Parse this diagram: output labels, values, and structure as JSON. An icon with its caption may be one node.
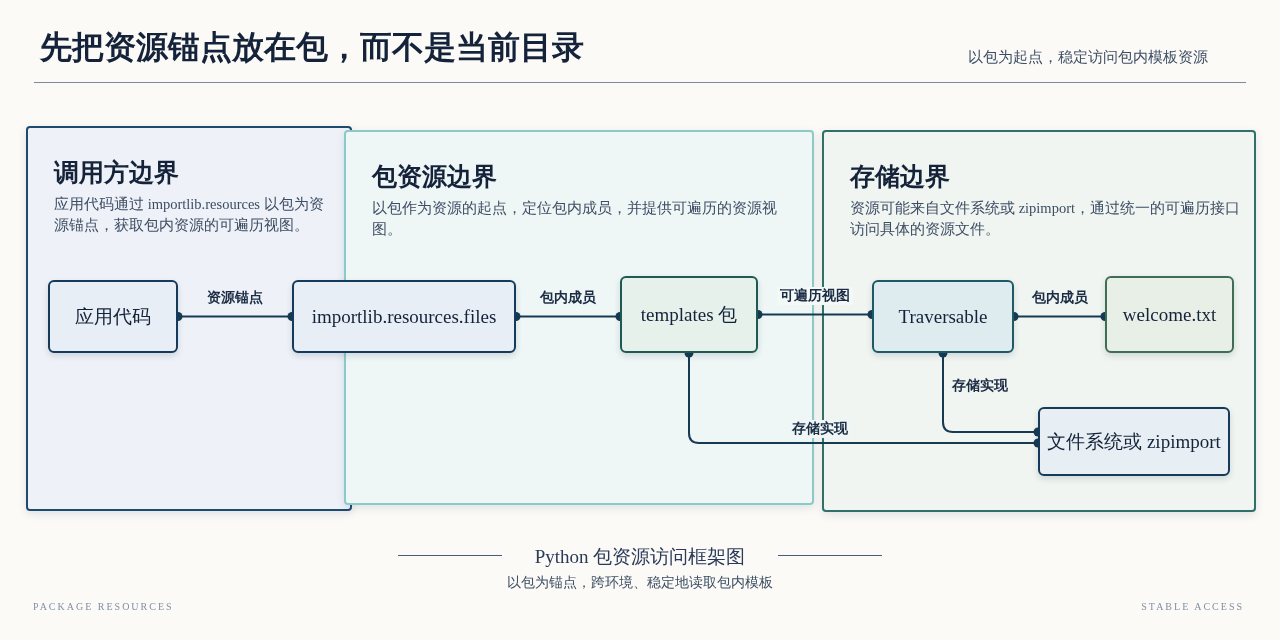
{
  "diagram": {
    "title": "先把资源锚点放在包，而不是当前目录",
    "caption": "Python 包资源访问框架图",
    "nodes": [
      {
        "text": [
          "调用方边界",
          "应用代码通过 importlib.resources 以包为资源锚点，获取包内资源的可遍历视图。"
        ]
      },
      {
        "text": [
          "包资源边界",
          "以包作为资源的起点，定位包内成员，并提供可遍历的资源视图。"
        ]
      },
      {
        "text": [
          "存储边界",
          "资源可能来自文件系统或 zipimport，通过统一的可遍历接口访问具体的资源文件。"
        ]
      },
      {
        "text": [
          "应用代码"
        ],
        "in": 0
      },
      {
        "text": [
          "importlib.resources.files"
        ]
      },
      {
        "text": [
          "templates 包"
        ],
        "in": 1
      },
      {
        "text": [
          "Traversable"
        ],
        "in": 2
      },
      {
        "text": [
          "welcome.txt"
        ],
        "in": 2
      },
      {
        "text": [
          "文件系统或 zipimport"
        ],
        "in": 2
      }
    ],
    "edges": [
      {
        "from": 3,
        "to": 4,
        "arrow": "other",
        "label": "资源锚点"
      },
      {
        "from": 4,
        "to": 5,
        "arrow": "other",
        "label": "包内成员"
      },
      {
        "from": 5,
        "to": 6,
        "arrow": "other",
        "label": "可遍历视图"
      },
      {
        "from": 6,
        "to": 7,
        "arrow": "other",
        "label": "包内成员"
      },
      {
        "from": 6,
        "to": 8,
        "arrow": "other",
        "label": "存储实现"
      },
      {
        "from": 5,
        "to": 8,
        "arrow": "other",
        "label": "存储实现"
      }
    ],
    "labels": [
      "以包为起点，稳定访问包内模板资源",
      "以包为锚点，跨环境、稳定地读取包内模板",
      "PACKAGE RESOURCES",
      "STABLE ACCESS"
    ]
  }
}
